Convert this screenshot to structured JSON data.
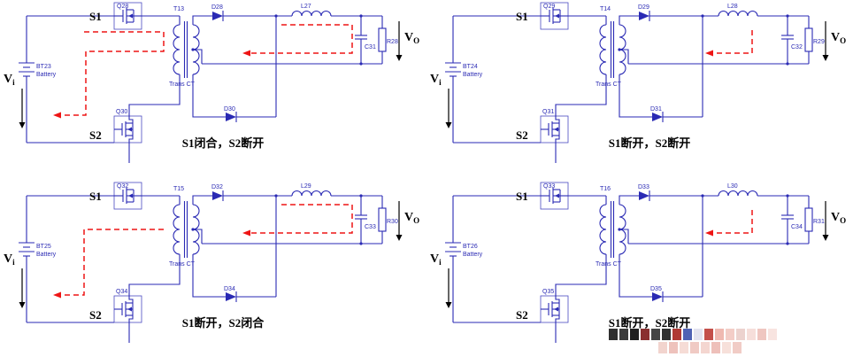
{
  "colors": {
    "wire": "#2a2ab4",
    "component_label": "#2a2ab4",
    "text": "#000000",
    "current_path": "#ee1515",
    "background": "#ffffff"
  },
  "shared": {
    "s1_label": "S1",
    "s2_label": "S2",
    "vin_main": "V",
    "vin_sub": "i",
    "vout_main": "V",
    "vout_sub": "O",
    "battery_word": "Battery",
    "transformer_note": "Trans CT"
  },
  "circuits": [
    {
      "id": "top-left",
      "state": "s1_closed",
      "caption": "S1闭合，S2断开",
      "labels": {
        "q_top": "Q28",
        "q_bot": "Q30",
        "transformer": "T13",
        "d_top": "D28",
        "d_bot": "D30",
        "inductor": "L27",
        "cap": "C31",
        "res": "R28",
        "battery": "BT23"
      }
    },
    {
      "id": "top-right",
      "state": "both_open",
      "caption": "S1断开，S2断开",
      "labels": {
        "q_top": "Q29",
        "q_bot": "Q31",
        "transformer": "T14",
        "d_top": "D29",
        "d_bot": "D31",
        "inductor": "L28",
        "cap": "C32",
        "res": "R29",
        "battery": "BT24"
      }
    },
    {
      "id": "bottom-left",
      "state": "s2_closed",
      "caption": "S1断开，S2闭合",
      "labels": {
        "q_top": "Q32",
        "q_bot": "Q34",
        "transformer": "T15",
        "d_top": "D32",
        "d_bot": "D34",
        "inductor": "L29",
        "cap": "C33",
        "res": "R30",
        "battery": "BT25"
      }
    },
    {
      "id": "bottom-right",
      "state": "both_open",
      "caption": "S1断开，S2断开",
      "labels": {
        "q_top": "Q33",
        "q_bot": "Q35",
        "transformer": "T16",
        "d_top": "D33",
        "d_bot": "D35",
        "inductor": "L30",
        "cap": "C34",
        "res": "R31",
        "battery": "BT26"
      }
    }
  ],
  "watermark": {
    "rows": [
      {
        "offset": 0,
        "blocks": [
          "#2f2f2f",
          "#3c3c3c",
          "#202020",
          "#8a2f2f",
          "#454545",
          "#313131",
          "#b03a34",
          "#4f62b4",
          "#e3e3ef",
          "#c4504a",
          "#efb9b1",
          "#f3cdc7",
          "#ecd2ce",
          "#f6deda",
          "#efc6c0",
          "#f8e4e0"
        ]
      },
      {
        "offset": 56,
        "blocks": [
          "#f2d4ce",
          "#eec2bc",
          "#f6dcd6",
          "#f0cac4",
          "#f4d6d0",
          "#eec0ba",
          "#f7e0da",
          "#f1ccc6"
        ]
      }
    ]
  }
}
